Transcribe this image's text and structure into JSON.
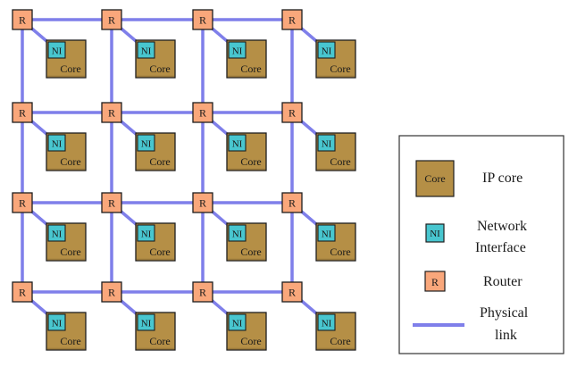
{
  "grid": {
    "rows": 4,
    "cols": 4
  },
  "labels": {
    "router": "R",
    "ni": "NI",
    "core": "Core"
  },
  "legend": {
    "ip_core": "IP core",
    "network_interface_line1": "Network",
    "network_interface_line2": "Interface",
    "router": "Router",
    "physical_link_line1": "Physical",
    "physical_link_line2": "link"
  },
  "colors": {
    "router_fill": "#f9a77b",
    "router_stroke": "#1e1e1e",
    "ni_fill": "#48c6cf",
    "core_fill": "#b58f46",
    "core_shade": "#9c7a3a",
    "link": "#7f7fea",
    "legend_border": "#333333"
  }
}
